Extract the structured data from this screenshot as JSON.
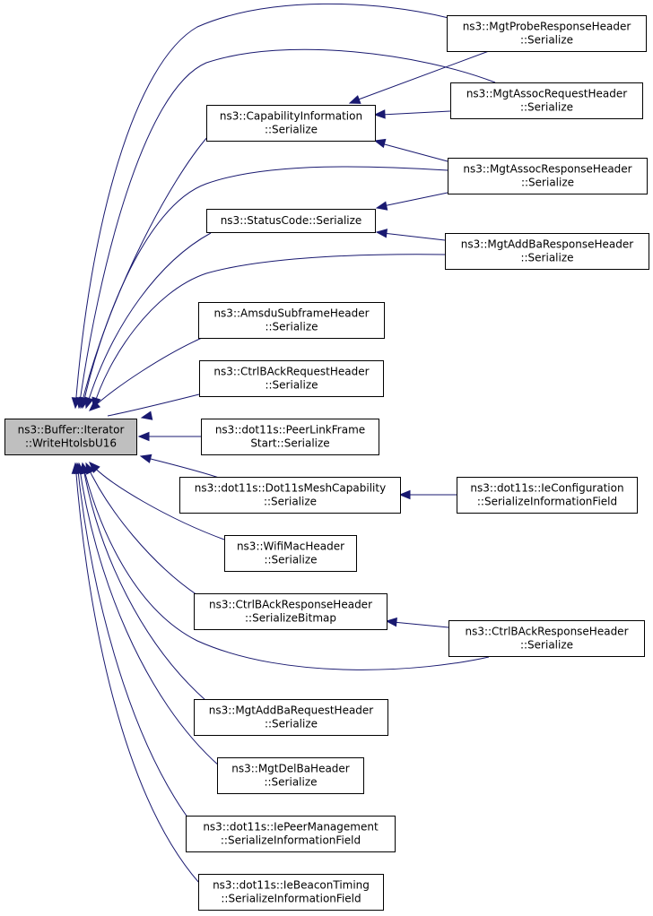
{
  "graph": {
    "edge_color": "#191970",
    "root_fill": "#bfbfbf",
    "nodes": [
      {
        "id": "root",
        "lines": [
          "ns3::Buffer::Iterator",
          "::WriteHtolsbU16"
        ],
        "root": true
      },
      {
        "id": "cap",
        "lines": [
          "ns3::CapabilityInformation",
          "::Serialize"
        ]
      },
      {
        "id": "status",
        "lines": [
          "ns3::StatusCode::Serialize"
        ]
      },
      {
        "id": "amsdu",
        "lines": [
          "ns3::AmsduSubframeHeader",
          "::Serialize"
        ]
      },
      {
        "id": "ctrlreq",
        "lines": [
          "ns3::CtrlBAckRequestHeader",
          "::Serialize"
        ]
      },
      {
        "id": "peerlink",
        "lines": [
          "ns3::dot11s::PeerLinkFrame",
          "Start::Serialize"
        ]
      },
      {
        "id": "meshcap",
        "lines": [
          "ns3::dot11s::Dot11sMeshCapability",
          "::Serialize"
        ]
      },
      {
        "id": "wifimac",
        "lines": [
          "ns3::WifiMacHeader",
          "::Serialize"
        ]
      },
      {
        "id": "ctrlresp_bitmap",
        "lines": [
          "ns3::CtrlBAckResponseHeader",
          "::SerializeBitmap"
        ]
      },
      {
        "id": "addbareq",
        "lines": [
          "ns3::MgtAddBaRequestHeader",
          "::Serialize"
        ]
      },
      {
        "id": "delba",
        "lines": [
          "ns3::MgtDelBaHeader",
          "::Serialize"
        ]
      },
      {
        "id": "peermgmt",
        "lines": [
          "ns3::dot11s::IePeerManagement",
          "::SerializeInformationField"
        ]
      },
      {
        "id": "beacontiming",
        "lines": [
          "ns3::dot11s::IeBeaconTiming",
          "::SerializeInformationField"
        ]
      },
      {
        "id": "probe",
        "lines": [
          "ns3::MgtProbeResponseHeader",
          "::Serialize"
        ]
      },
      {
        "id": "assocreq",
        "lines": [
          "ns3::MgtAssocRequestHeader",
          "::Serialize"
        ]
      },
      {
        "id": "assocresp",
        "lines": [
          "ns3::MgtAssocResponseHeader",
          "::Serialize"
        ]
      },
      {
        "id": "addbaresp",
        "lines": [
          "ns3::MgtAddBaResponseHeader",
          "::Serialize"
        ]
      },
      {
        "id": "ieconfig",
        "lines": [
          "ns3::dot11s::IeConfiguration",
          "::SerializeInformationField"
        ]
      },
      {
        "id": "ctrlresp",
        "lines": [
          "ns3::CtrlBAckResponseHeader",
          "::Serialize"
        ]
      }
    ],
    "edges": [
      {
        "from": "cap",
        "to": "root"
      },
      {
        "from": "status",
        "to": "root"
      },
      {
        "from": "amsdu",
        "to": "root"
      },
      {
        "from": "ctrlreq",
        "to": "root"
      },
      {
        "from": "peerlink",
        "to": "root"
      },
      {
        "from": "meshcap",
        "to": "root"
      },
      {
        "from": "wifimac",
        "to": "root"
      },
      {
        "from": "ctrlresp_bitmap",
        "to": "root"
      },
      {
        "from": "addbareq",
        "to": "root"
      },
      {
        "from": "delba",
        "to": "root"
      },
      {
        "from": "peermgmt",
        "to": "root"
      },
      {
        "from": "beacontiming",
        "to": "root"
      },
      {
        "from": "probe",
        "to": "root"
      },
      {
        "from": "assocreq",
        "to": "root"
      },
      {
        "from": "assocresp",
        "to": "root"
      },
      {
        "from": "addbaresp",
        "to": "root"
      },
      {
        "from": "ctrlresp",
        "to": "root"
      },
      {
        "from": "probe",
        "to": "cap"
      },
      {
        "from": "assocreq",
        "to": "cap"
      },
      {
        "from": "assocresp",
        "to": "cap"
      },
      {
        "from": "assocresp",
        "to": "status"
      },
      {
        "from": "addbaresp",
        "to": "status"
      },
      {
        "from": "ieconfig",
        "to": "meshcap"
      },
      {
        "from": "ctrlresp",
        "to": "ctrlresp_bitmap"
      }
    ]
  }
}
